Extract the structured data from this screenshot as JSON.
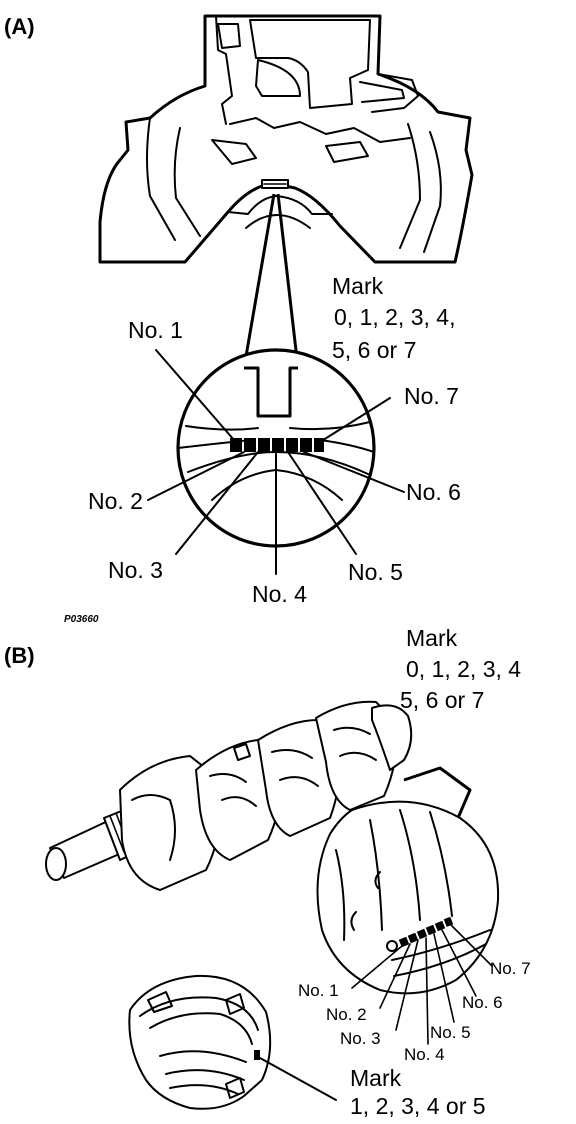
{
  "panel_a": {
    "tag": "(A)",
    "mark_title": "Mark",
    "mark_line1": "0, 1, 2, 3, 4,",
    "mark_line2": "5, 6 or 7",
    "numbers": [
      "No. 1",
      "No. 2",
      "No. 3",
      "No. 4",
      "No. 5",
      "No. 6",
      "No. 7"
    ],
    "figure_code": "P03660"
  },
  "panel_b": {
    "tag": "(B)",
    "crank_mark_title": "Mark",
    "crank_mark_line1": "0, 1, 2, 3, 4",
    "crank_mark_line2": "5, 6 or 7",
    "numbers": [
      "No. 1",
      "No. 2",
      "No. 3",
      "No. 4",
      "No. 5",
      "No. 6",
      "No. 7"
    ],
    "bearing_mark_title": "Mark",
    "bearing_mark_line1": "1, 2, 3, 4 or 5"
  }
}
